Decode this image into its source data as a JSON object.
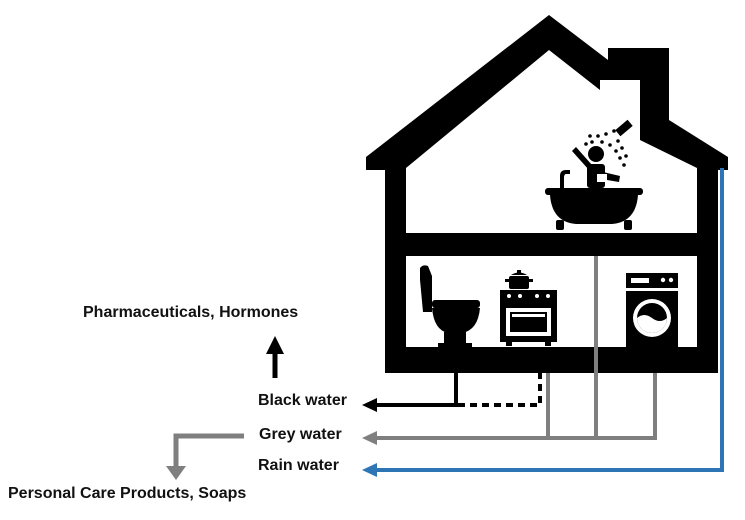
{
  "labels": {
    "pharmaceuticals": "Pharmaceuticals, Hormones",
    "black_water": "Black water",
    "grey_water": "Grey water",
    "rain_water": "Rain water",
    "personal_care": "Personal Care Products, Soaps"
  },
  "colors": {
    "house": "#000000",
    "black_water": "#000000",
    "grey_water": "#7f7f7f",
    "rain_water": "#2e75b6"
  },
  "icons": [
    "shower-icon",
    "bathtub-icon",
    "toilet-icon",
    "stove-icon",
    "washing-machine-icon"
  ]
}
